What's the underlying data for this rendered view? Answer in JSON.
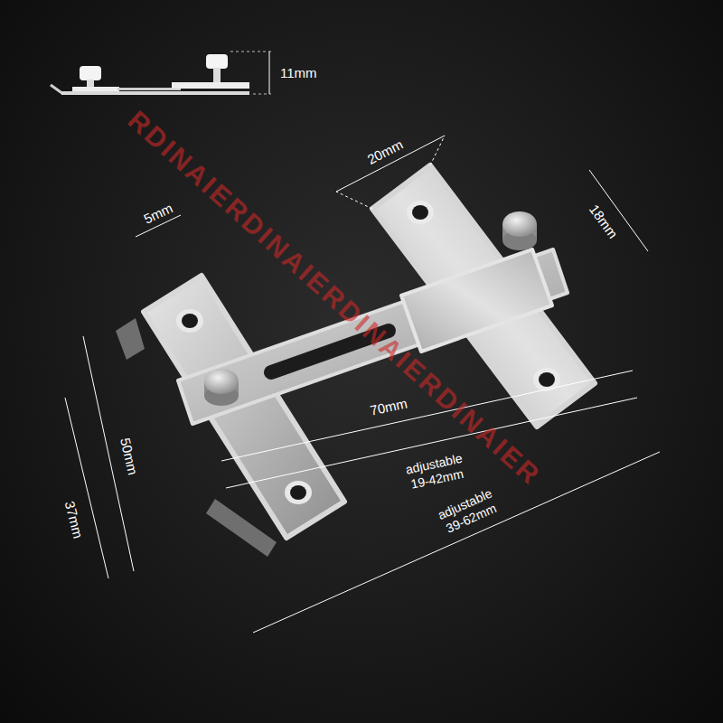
{
  "diagram": {
    "labels": [
      "11mm",
      "20mm",
      "18mm",
      "5mm",
      "50mm",
      "37mm",
      "70mm",
      "adjustable 19-42mm",
      "adjustable 39-62mm",
      "RDINAIERDINAIERDINAIERDINAIER"
    ]
  }
}
